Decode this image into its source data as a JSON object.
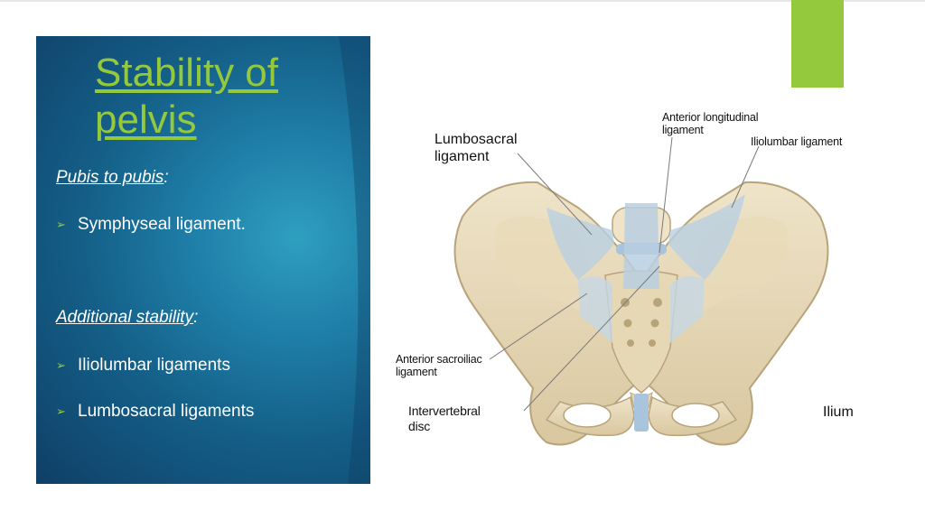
{
  "slide": {
    "title": "Stability of pelvis",
    "sections": [
      {
        "heading": "Pubis to pubis",
        "heading_suffix": ":",
        "bullets": [
          "Symphyseal ligament."
        ]
      },
      {
        "heading": "Additional stability",
        "heading_suffix": ":",
        "bullets": [
          "Iliolumbar ligaments",
          "Lumbosacral ligaments"
        ]
      }
    ]
  },
  "figure": {
    "labels": {
      "anterior_longitudinal": "Anterior longitudinal ligament",
      "lumbosacral": "Lumbosacral ligament",
      "iliolumbar": "Iliolumbar ligament",
      "anterior_sacroiliac": "Anterior sacroiliac ligament",
      "intervertebral": "Intervertebral disc",
      "ilium": "Ilium"
    }
  },
  "colors": {
    "accent": "#95c93d",
    "panel": "#1a6c98",
    "bone": "#e8dcc0",
    "ligament": "#b9cfe2"
  }
}
